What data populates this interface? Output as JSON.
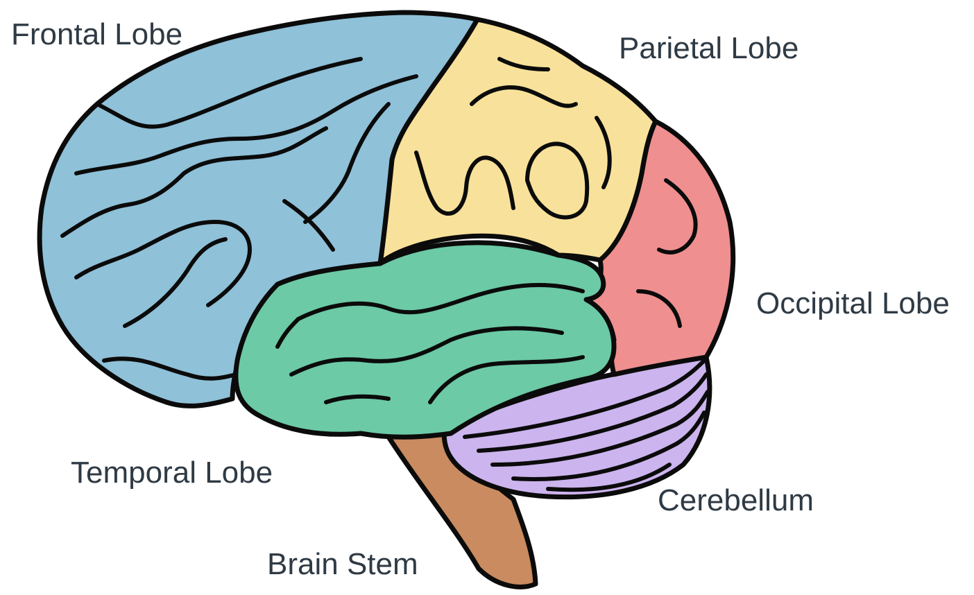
{
  "labels": {
    "frontal": "Frontal Lobe",
    "parietal": "Parietal Lobe",
    "occipital": "Occipital Lobe",
    "temporal": "Temporal Lobe",
    "cerebellum": "Cerebellum",
    "brain_stem": "Brain Stem"
  },
  "colors": {
    "frontal": "#8fc1d8",
    "parietal": "#f8e19a",
    "occipital": "#ef8f8f",
    "temporal": "#6ccaa6",
    "cerebellum": "#ccb4ee",
    "brain_stem": "#c98b5f",
    "outline": "#0b0b0b",
    "label_text": "#2f3a44"
  }
}
